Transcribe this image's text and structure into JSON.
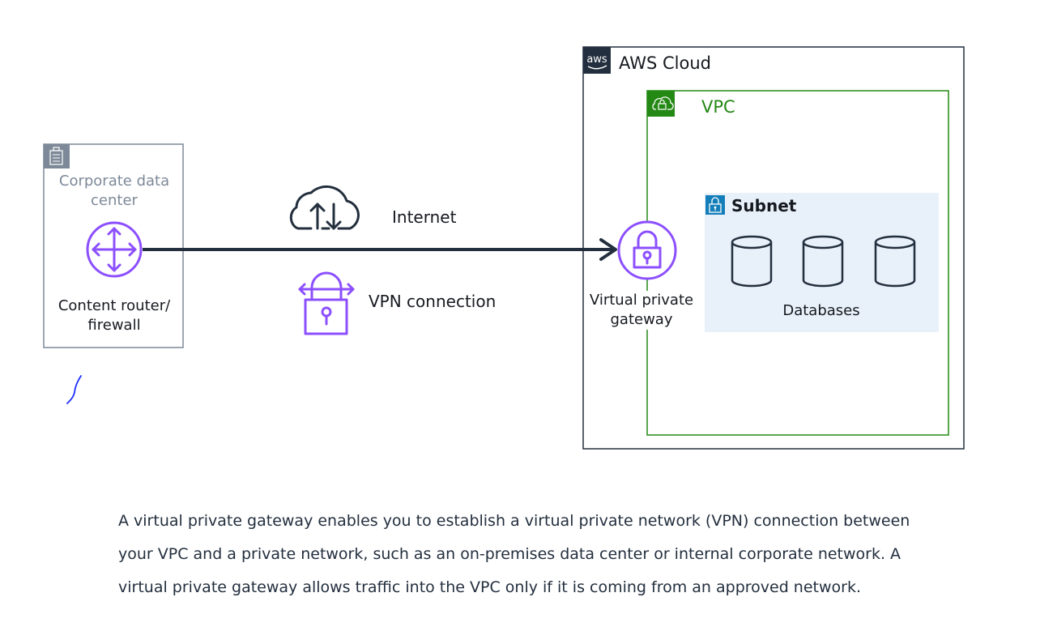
{
  "diagram": {
    "corporate_data_center": {
      "title": "Corporate data center",
      "router_label": "Content router/ firewall"
    },
    "internet_label": "Internet",
    "vpn_label": "VPN connection",
    "aws_cloud_label": "AWS Cloud",
    "vpc_label": "VPC",
    "virtual_private_gateway_label": "Virtual private gateway",
    "subnet_label": "Subnet",
    "databases_label": "Databases",
    "aws_logo_text": "aws"
  },
  "description": "A virtual private gateway enables you to establish a virtual private network (VPN) connection between your VPC and a private network, such as an on-premises data center or internal corporate network. A virtual private gateway allows traffic into the VPC only if it is coming from an approved network.",
  "colors": {
    "corporate_border": "#7d8998",
    "router_purple": "#8c4fff",
    "connection_line": "#232f3e",
    "aws_border": "#232f3e",
    "vpc_green": "#248814",
    "subnet_fill": "#e8f1fa",
    "subnet_icon_blue": "#147eba",
    "ink_mark": "#1a2cff"
  },
  "icons": [
    "building-icon",
    "router-icon",
    "cloud-upload-download-icon",
    "vpn-lock-icon",
    "aws-logo-icon",
    "vpc-cloud-lock-icon",
    "subnet-lock-icon",
    "vpn-gateway-lock-icon",
    "database-icon"
  ]
}
